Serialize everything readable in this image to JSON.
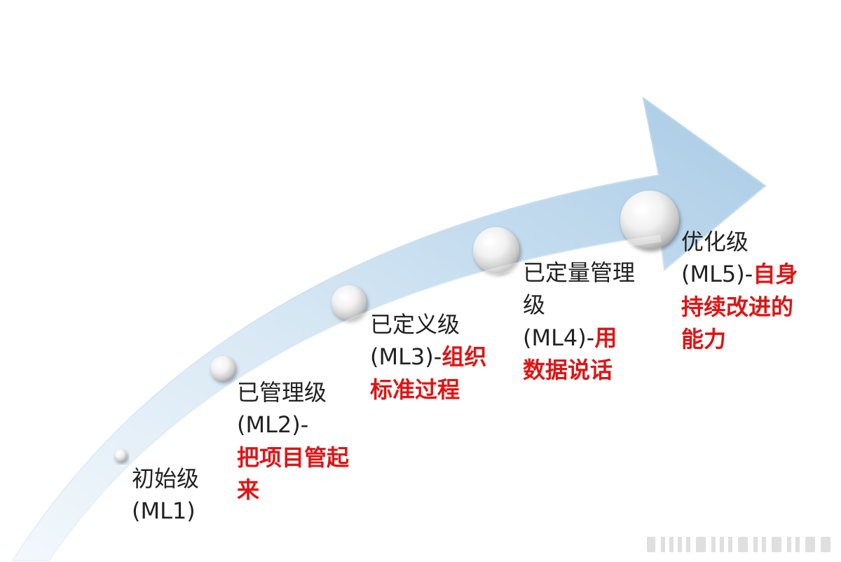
{
  "diagram": {
    "colors": {
      "arrow_fill_light": "#e7f1fa",
      "arrow_fill_dark": "#a9cbe6",
      "label_text": "#222222",
      "highlight_text": "#e01414"
    },
    "levels": [
      {
        "name": "初始级",
        "code": "(ML1)",
        "desc": ""
      },
      {
        "name": "已管理级",
        "code": "(ML2)-",
        "desc": "把项目管起来"
      },
      {
        "name": "已定义级",
        "code": "(ML3)-",
        "desc": "组织标准过程"
      },
      {
        "name": "已定量管理级",
        "code": "(ML4)-",
        "desc": "用数据说话"
      },
      {
        "name": "优化级",
        "code": "(ML5)-",
        "desc": "自身持续改进的能力"
      }
    ]
  }
}
